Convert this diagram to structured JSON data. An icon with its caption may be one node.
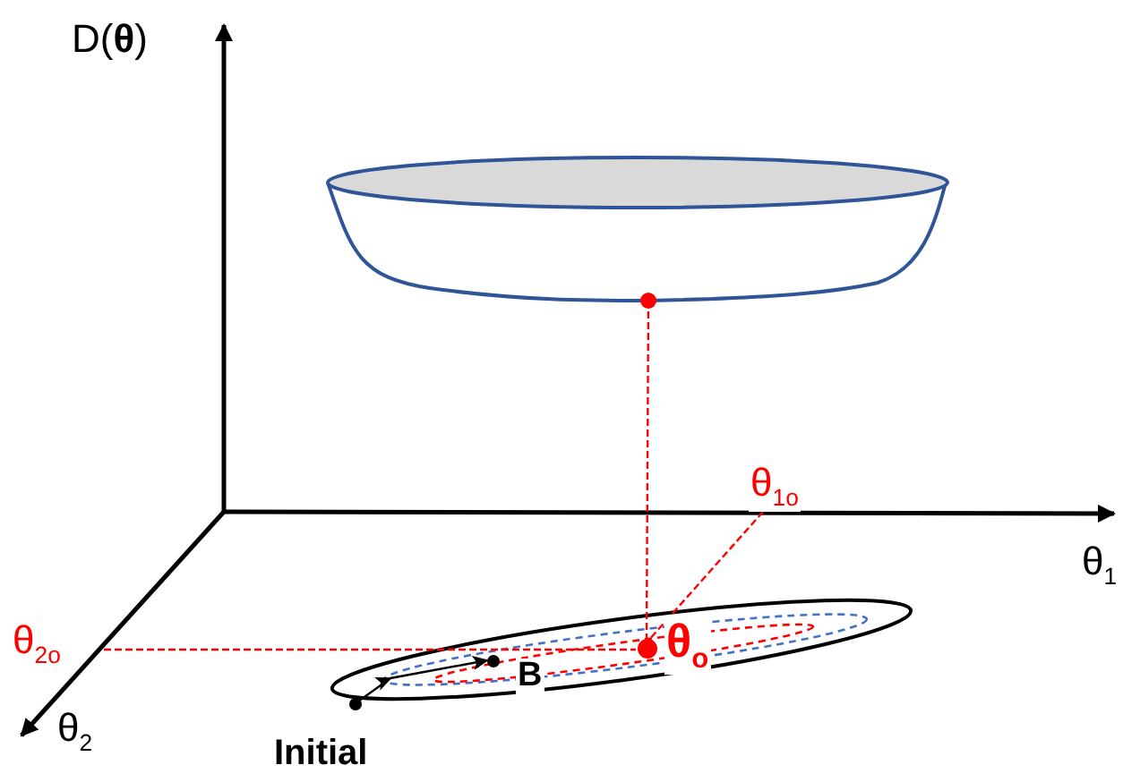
{
  "diagram": {
    "nodes": [
      {
        "text": [],
        "shape": "bowl"
      },
      {
        "text": [
          "θ$_{1o}$"
        ]
      },
      {
        "text": [
          "θ$_{2o}$"
        ]
      },
      {
        "text": [
          "**θ**$_{o}$"
        ]
      },
      {
        "text": [
          "Initial"
        ]
      },
      {
        "text": [
          "B"
        ]
      }
    ],
    "edges": [
      {
        "from": 0,
        "to": 3,
        "arrow": "none",
        "style": "dashed"
      },
      {
        "from": 1,
        "to": 3,
        "arrow": "none",
        "style": "dashed"
      },
      {
        "from": 2,
        "to": 3,
        "arrow": "none",
        "style": "dashed"
      },
      {
        "from": 4,
        "to": 5,
        "arrow": "to",
        "color": "#000000"
      }
    ],
    "labels": [
      "D(**θ**)",
      "θ$_{1}$",
      "θ$_{2}$"
    ]
  }
}
